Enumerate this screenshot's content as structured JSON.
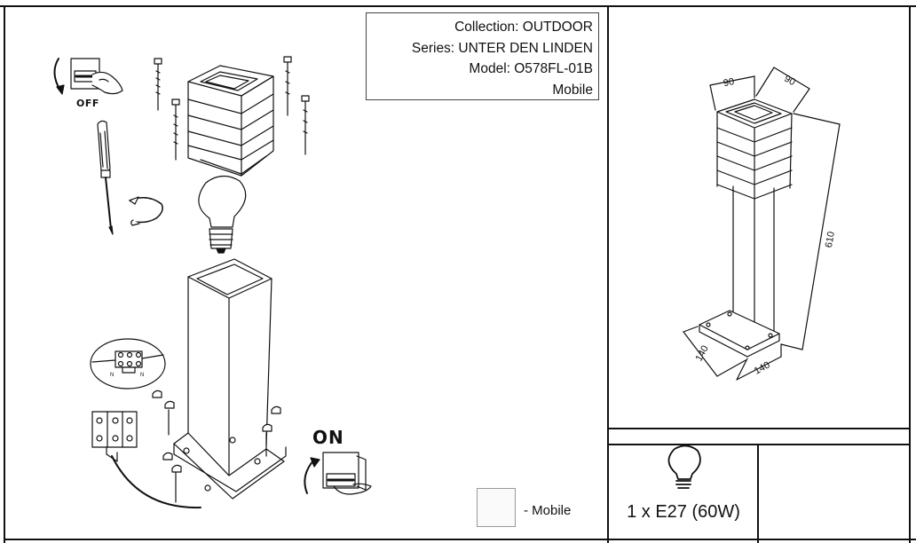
{
  "info_box": {
    "collection": "Collection: OUTDOOR",
    "series": "Series: UNTER DEN LINDEN",
    "model": "Model: O578FL-01B",
    "mobile": "Mobile"
  },
  "switch_labels": {
    "off": "OFF",
    "on": "ON"
  },
  "mobile_badge": {
    "label": "- Mobile",
    "icon": "mobile-lamp-icon"
  },
  "dimensions": {
    "top_width": "90",
    "top_depth": "90",
    "height": "610",
    "base_width": "140",
    "base_depth": "140"
  },
  "bulb": {
    "spec": "1 x E27 (60W)",
    "icon": "light-bulb-icon"
  },
  "wiring_labels": {
    "neutral_left": "N",
    "neutral_right": "N"
  },
  "colors": {
    "line": "#111111",
    "frame": "#222222"
  }
}
